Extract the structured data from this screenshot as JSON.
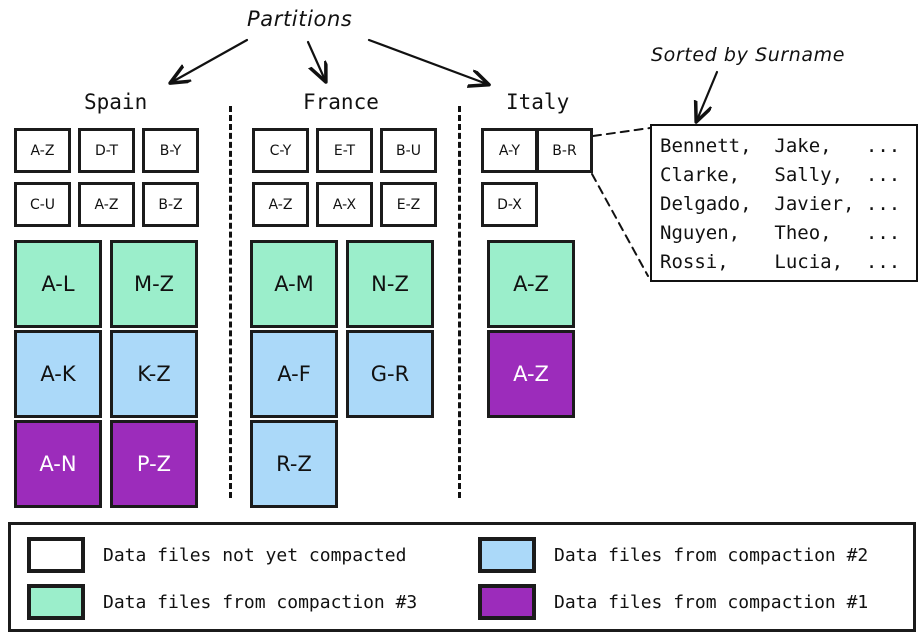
{
  "diagram": {
    "title": "Partitions",
    "detail_caption": "Sorted by Surname"
  },
  "partitions": [
    {
      "name": "Spain",
      "uncompacted_rows": [
        [
          "A-Z",
          "D-T",
          "B-Y"
        ],
        [
          "C-U",
          "A-Z",
          "B-Z"
        ]
      ],
      "compacted_rows": [
        {
          "tier": "compaction-3",
          "color": "#9BEECB",
          "labels": [
            "A-L",
            "M-Z"
          ]
        },
        {
          "tier": "compaction-2",
          "color": "#ABD9F9",
          "labels": [
            "A-K",
            "K-Z"
          ]
        },
        {
          "tier": "compaction-1",
          "color": "#9C2CBB",
          "labels": [
            "A-N",
            "P-Z"
          ]
        }
      ]
    },
    {
      "name": "France",
      "uncompacted_rows": [
        [
          "C-Y",
          "E-T",
          "B-U"
        ],
        [
          "A-Z",
          "A-X",
          "E-Z"
        ]
      ],
      "compacted_rows": [
        {
          "tier": "compaction-3",
          "color": "#9BEECB",
          "labels": [
            "A-M",
            "N-Z"
          ]
        },
        {
          "tier": "compaction-2",
          "color": "#ABD9F9",
          "labels": [
            "A-F",
            "G-R"
          ]
        },
        {
          "tier": "compaction-2",
          "color": "#ABD9F9",
          "labels": [
            "R-Z"
          ]
        }
      ]
    },
    {
      "name": "Italy",
      "uncompacted_rows": [
        [
          "A-Y",
          "B-R"
        ],
        [
          "D-X"
        ]
      ],
      "compacted_rows": [
        {
          "tier": "compaction-3",
          "color": "#9BEECB",
          "labels": [
            "A-Z"
          ]
        },
        {
          "tier": "compaction-1",
          "color": "#9C2CBB",
          "labels": [
            "A-Z"
          ]
        }
      ]
    }
  ],
  "detail": {
    "rows": [
      "Bennett,  Jake,   ...",
      "Clarke,   Sally,  ...",
      "Delgado,  Javier, ...",
      "Nguyen,   Theo,   ...",
      "Rossi,    Lucia,  ..."
    ]
  },
  "legend": {
    "items": [
      {
        "swatch": "white",
        "color": "#FFFFFF",
        "label": "Data files not yet compacted"
      },
      {
        "swatch": "blue",
        "color": "#ABD9F9",
        "label": "Data files from compaction #2"
      },
      {
        "swatch": "teal",
        "color": "#9BEECB",
        "label": "Data files from compaction #3"
      },
      {
        "swatch": "purple",
        "color": "#9C2CBB",
        "label": "Data files from compaction #1"
      }
    ]
  },
  "colors": {
    "stroke": "#1B1B1B",
    "text": "#111111",
    "background": "#FFFFFF",
    "compaction_1": "#9C2CBB",
    "compaction_2": "#ABD9F9",
    "compaction_3": "#9BEECB",
    "uncompacted": "#FFFFFF"
  }
}
